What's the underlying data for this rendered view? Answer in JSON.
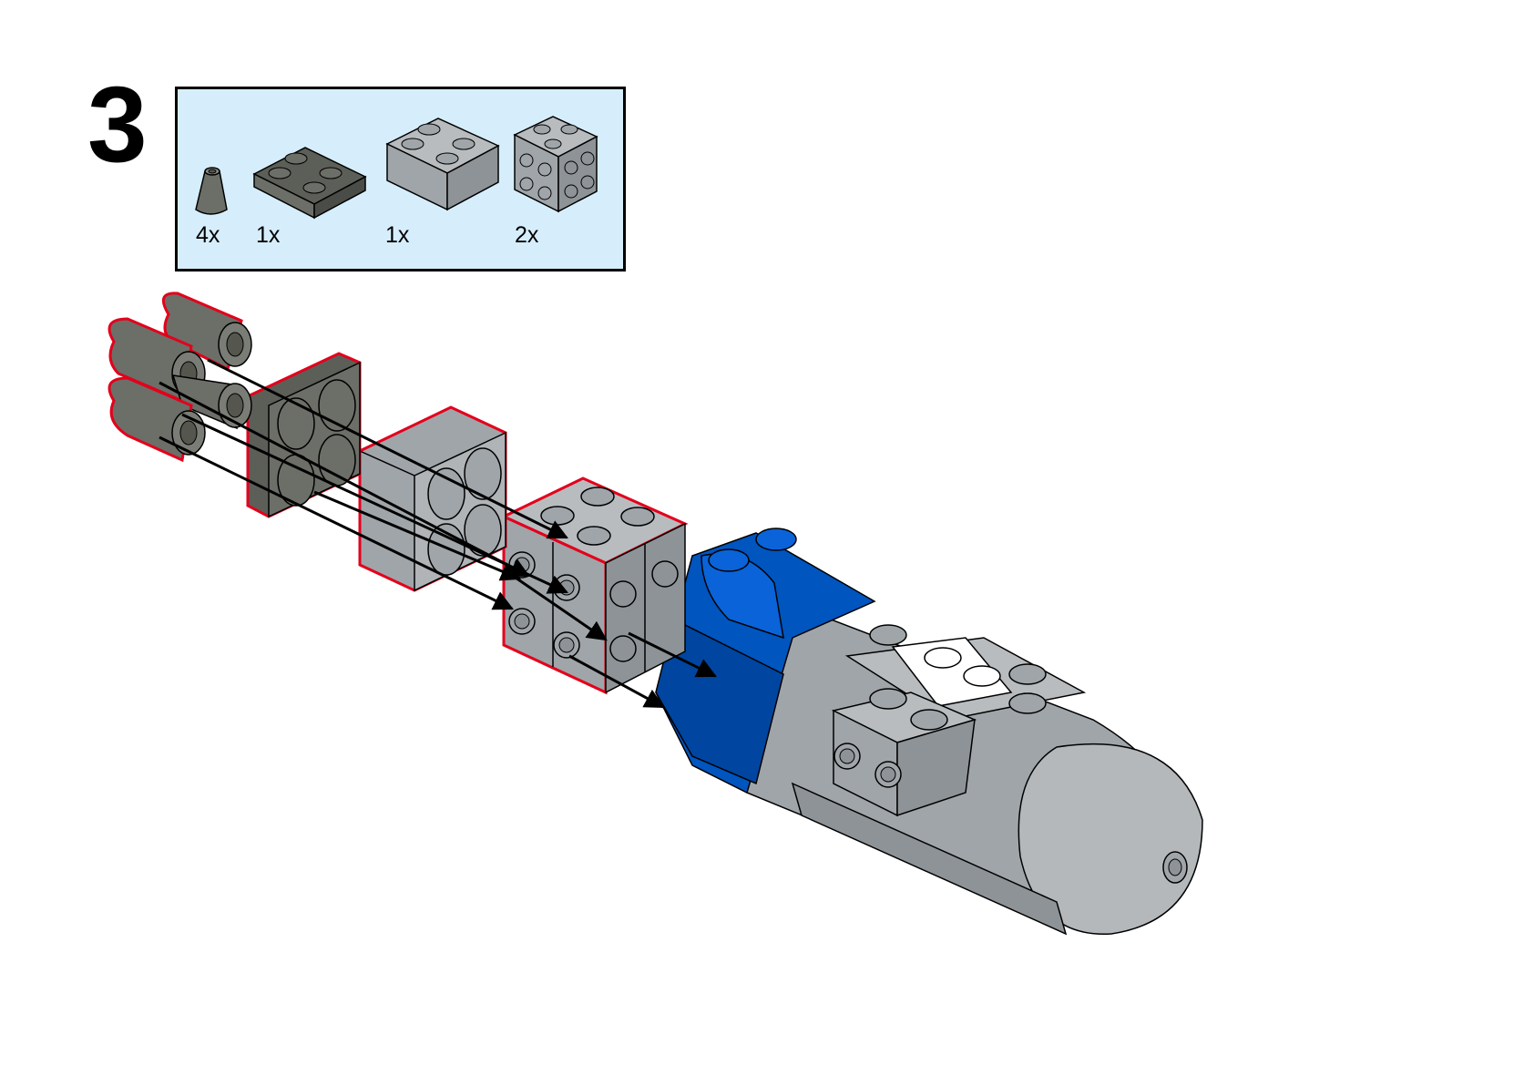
{
  "step": {
    "number": "3"
  },
  "parts_list": [
    {
      "quantity": "4x",
      "part_icon": "cone-1x1-icon",
      "color": "#6c6e68"
    },
    {
      "quantity": "1x",
      "part_icon": "plate-2x2-icon",
      "color": "#6c6e68"
    },
    {
      "quantity": "1x",
      "part_icon": "brick-2x2-icon",
      "color": "#a0a5a9"
    },
    {
      "quantity": "2x",
      "part_icon": "brick-studs-on-sides-icon",
      "color": "#a0a5a9"
    }
  ],
  "colors": {
    "parts_box_background": "#d6eefb",
    "dark_bluish_gray": "#6c6e68",
    "light_bluish_gray": "#a0a5a9",
    "blue": "#0055bf",
    "white": "#ffffff",
    "highlight_outline": "#e3001b",
    "arrow": "#000000"
  }
}
